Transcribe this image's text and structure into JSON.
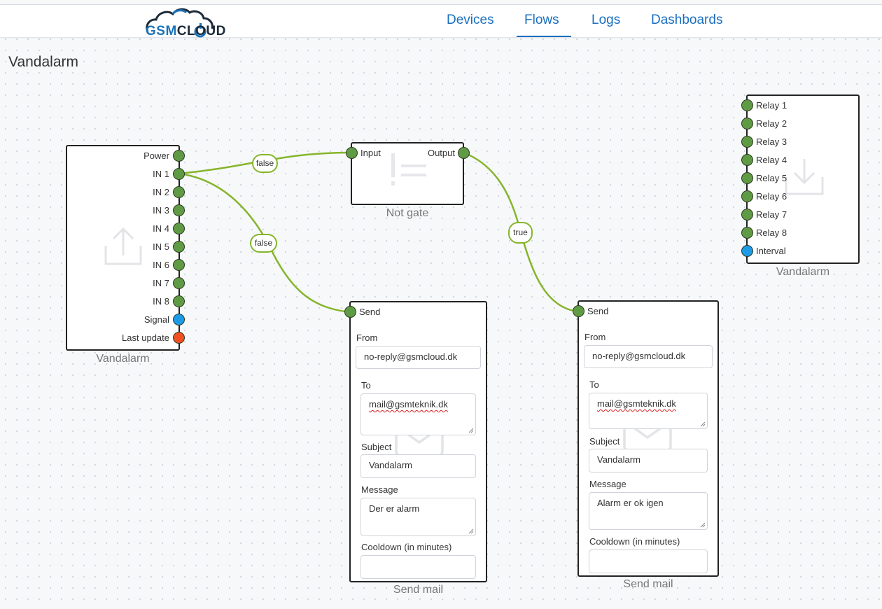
{
  "brand": {
    "logo_gsm": "GSM",
    "logo_cloud": "CLOUD"
  },
  "nav": {
    "items": [
      {
        "label": "Devices"
      },
      {
        "label": "Flows"
      },
      {
        "label": "Logs"
      },
      {
        "label": "Dashboards"
      }
    ],
    "active": "Flows"
  },
  "page": {
    "title": "Vandalarm"
  },
  "colors": {
    "accent": "#1a6fbf",
    "wire": "#85b52b",
    "port_green": "#5f9b45",
    "port_blue": "#1d9be6",
    "port_red": "#f05022"
  },
  "input_node": {
    "caption": "Vandalarm",
    "icon": "upload-icon",
    "ports": [
      "Power",
      "IN 1",
      "IN 2",
      "IN 3",
      "IN 4",
      "IN 5",
      "IN 6",
      "IN 7",
      "IN 8",
      "Signal",
      "Last update"
    ]
  },
  "not_gate": {
    "caption": "Not gate",
    "input_label": "Input",
    "output_label": "Output",
    "icon": "not-equal-icon"
  },
  "output_node": {
    "caption": "Vandalarm",
    "icon": "download-icon",
    "ports": [
      "Relay 1",
      "Relay 2",
      "Relay 3",
      "Relay 4",
      "Relay 5",
      "Relay 6",
      "Relay 7",
      "Relay 8",
      "Interval"
    ]
  },
  "wire_labels": {
    "in1_to_not": "false",
    "in1_to_mail1": "false",
    "not_to_mail2": "true"
  },
  "send_mail_1": {
    "caption": "Send mail",
    "port_label": "Send",
    "icon": "envelope-icon",
    "from_label": "From",
    "from_value": "no-reply@gsmcloud.dk",
    "to_label": "To",
    "to_value": "mail@gsmteknik.dk",
    "subject_label": "Subject",
    "subject_value": "Vandalarm",
    "message_label": "Message",
    "message_value": "Der er alarm",
    "cooldown_label": "Cooldown (in minutes)",
    "cooldown_value": ""
  },
  "send_mail_2": {
    "caption": "Send mail",
    "port_label": "Send",
    "icon": "envelope-icon",
    "from_label": "From",
    "from_value": "no-reply@gsmcloud.dk",
    "to_label": "To",
    "to_value": "mail@gsmteknik.dk",
    "subject_label": "Subject",
    "subject_value": "Vandalarm",
    "message_label": "Message",
    "message_value": "Alarm er ok igen",
    "cooldown_label": "Cooldown (in minutes)",
    "cooldown_value": ""
  }
}
